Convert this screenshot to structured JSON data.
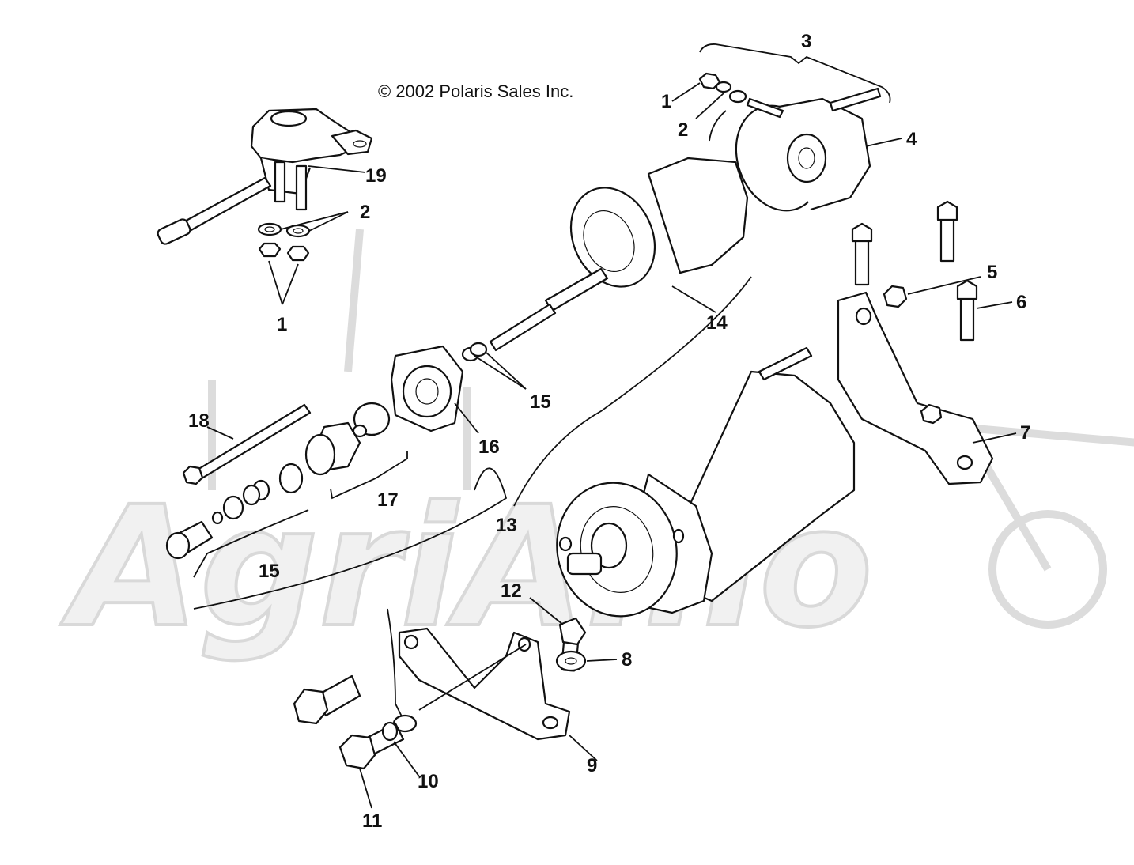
{
  "copyright": "© 2002 Polaris Sales Inc.",
  "callouts": {
    "c1_top": "1",
    "c2_top": "2",
    "c3": "3",
    "c4": "4",
    "c5": "5",
    "c6": "6",
    "c7": "7",
    "c8": "8",
    "c9": "9",
    "c10": "10",
    "c11": "11",
    "c12": "12",
    "c13": "13",
    "c14": "14",
    "c15_mid": "15",
    "c15_low": "15",
    "c16": "16",
    "c17": "17",
    "c18": "18",
    "c19": "19",
    "c2_solenoid": "2",
    "c1_solenoid": "1"
  },
  "watermark": "AgriAmo"
}
